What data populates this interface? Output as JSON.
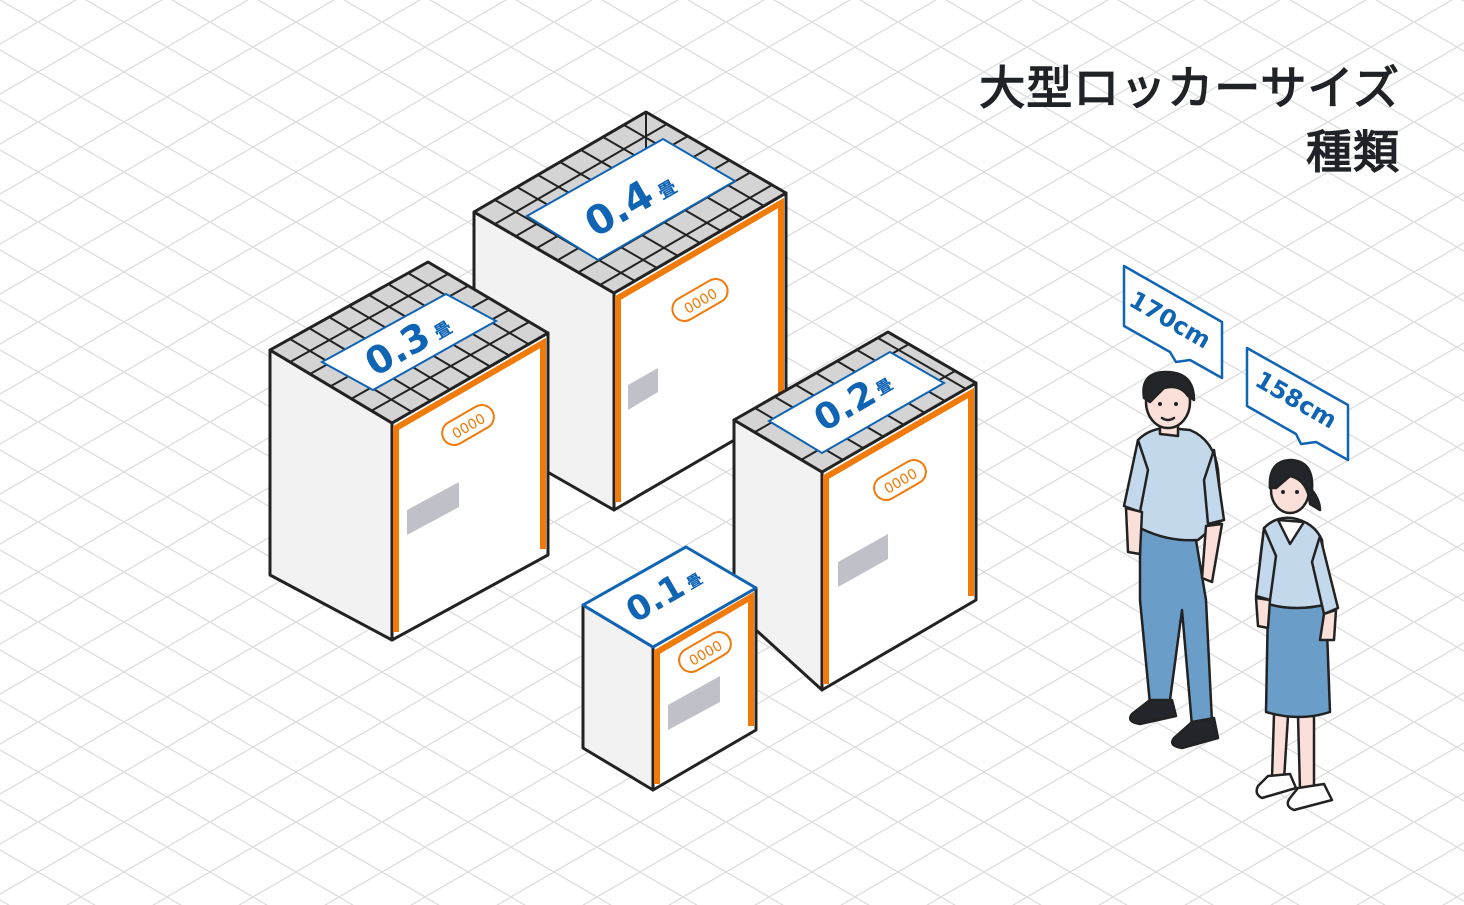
{
  "title": {
    "line1": "大型ロッカーサイズ",
    "line2": "種類"
  },
  "colors": {
    "grid_line": "#dcdcdc",
    "outline": "#222222",
    "door_frame": "#f07a0a",
    "label_blue": "#0f64b4",
    "face_light": "#f2f2f2",
    "face_front": "#ffffff",
    "top_tile": "#d4d4d4",
    "plate": "#c0c0c8",
    "shirt": "#c4d8ec",
    "pants": "#6a9ec8",
    "skin": "#fbe0da",
    "hair": "#22262a"
  },
  "lockers": [
    {
      "id": "locker-04",
      "size_value": "0.4",
      "unit": "畳",
      "code_label": "0000"
    },
    {
      "id": "locker-03",
      "size_value": "0.3",
      "unit": "畳",
      "code_label": "0000"
    },
    {
      "id": "locker-02",
      "size_value": "0.2",
      "unit": "畳",
      "code_label": "0000"
    },
    {
      "id": "locker-01",
      "size_value": "0.1",
      "unit": "畳",
      "code_label": "0000"
    }
  ],
  "people": [
    {
      "id": "man",
      "height_label": "170cm"
    },
    {
      "id": "woman",
      "height_label": "158cm"
    }
  ]
}
